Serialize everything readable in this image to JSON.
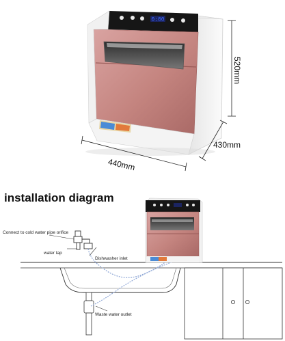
{
  "dimensions": {
    "height": "520mm",
    "depth": "430mm",
    "width": "440mm"
  },
  "section_title": "installation diagram",
  "labels": {
    "cold_water": "Connect to cold water pipe orifice",
    "water_tap": "water tap",
    "dishwasher_inlet": "Dishwasher inlet",
    "waste_outlet": "Waste water outlet"
  },
  "display": {
    "main_panel": "0:00"
  },
  "colors": {
    "body_pink": "#c98b8a",
    "body_pink_dark": "#a86462",
    "panel_black": "#161616",
    "housing_white": "#f3f3f3",
    "display_blue": "#3f6cff",
    "hose_blue": "#8fa7d6"
  }
}
